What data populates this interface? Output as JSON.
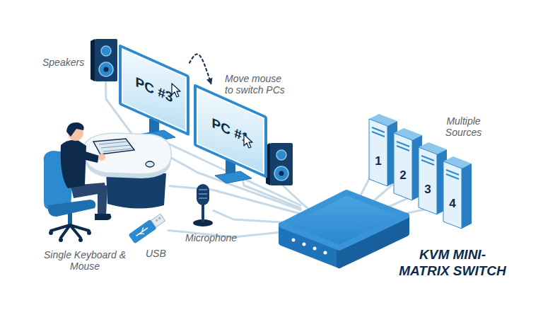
{
  "diagram": {
    "nodes": [
      {
        "text": [
          "Speakers"
        ]
      },
      {
        "text": [
          "PC #3"
        ]
      },
      {
        "text": [
          "PC #1"
        ]
      },
      {
        "text": [
          "Single Keyboard & Mouse"
        ]
      },
      {
        "text": [
          "USB"
        ]
      },
      {
        "text": [
          "Microphone"
        ]
      },
      {
        "text": [
          "KVM MINI- MATRIX SWITCH"
        ]
      },
      {
        "text": [
          "1"
        ]
      },
      {
        "text": [
          "2"
        ]
      },
      {
        "text": [
          "3"
        ]
      },
      {
        "text": [
          "4"
        ]
      }
    ],
    "edges": [
      {
        "from": 1,
        "to": 2,
        "arrow": "to",
        "label": "Move mouse to switch PCs"
      },
      {
        "from": 6,
        "to": 1,
        "arrow": "none"
      },
      {
        "from": 6,
        "to": 2,
        "arrow": "none"
      },
      {
        "from": 6,
        "to": 0,
        "arrow": "none"
      },
      {
        "from": 6,
        "to": 3,
        "arrow": "none"
      },
      {
        "from": 6,
        "to": 4,
        "arrow": "none"
      },
      {
        "from": 6,
        "to": 5,
        "arrow": "none"
      },
      {
        "from": 7,
        "to": 6,
        "arrow": "none"
      },
      {
        "from": 8,
        "to": 6,
        "arrow": "none"
      },
      {
        "from": 9,
        "to": 6,
        "arrow": "none"
      },
      {
        "from": 10,
        "to": 6,
        "arrow": "none"
      }
    ],
    "labels": [
      "Multiple Sources"
    ]
  }
}
